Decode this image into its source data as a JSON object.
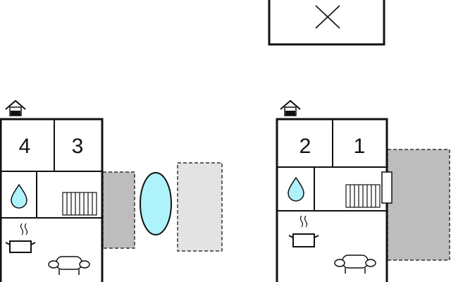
{
  "colors": {
    "line": "#111111",
    "water": "#aef3fb",
    "terrace": "#bdbdbd",
    "terrace_light": "#e3e3e3",
    "background": "#ffffff"
  },
  "units": [
    {
      "rooms": [
        {
          "label": "4"
        },
        {
          "label": "3"
        }
      ],
      "icons": [
        "house-entrance-icon",
        "water-drop-icon",
        "radiator-icon",
        "cooking-pot-icon",
        "sofa-icon"
      ]
    },
    {
      "rooms": [
        {
          "label": "2"
        },
        {
          "label": "1"
        }
      ],
      "icons": [
        "house-entrance-icon",
        "water-drop-icon",
        "radiator-icon",
        "cooking-pot-icon",
        "sofa-icon"
      ]
    }
  ],
  "outside": {
    "parking_icon": "cross-box-icon",
    "pool_icon": "pool-oval-icon"
  }
}
